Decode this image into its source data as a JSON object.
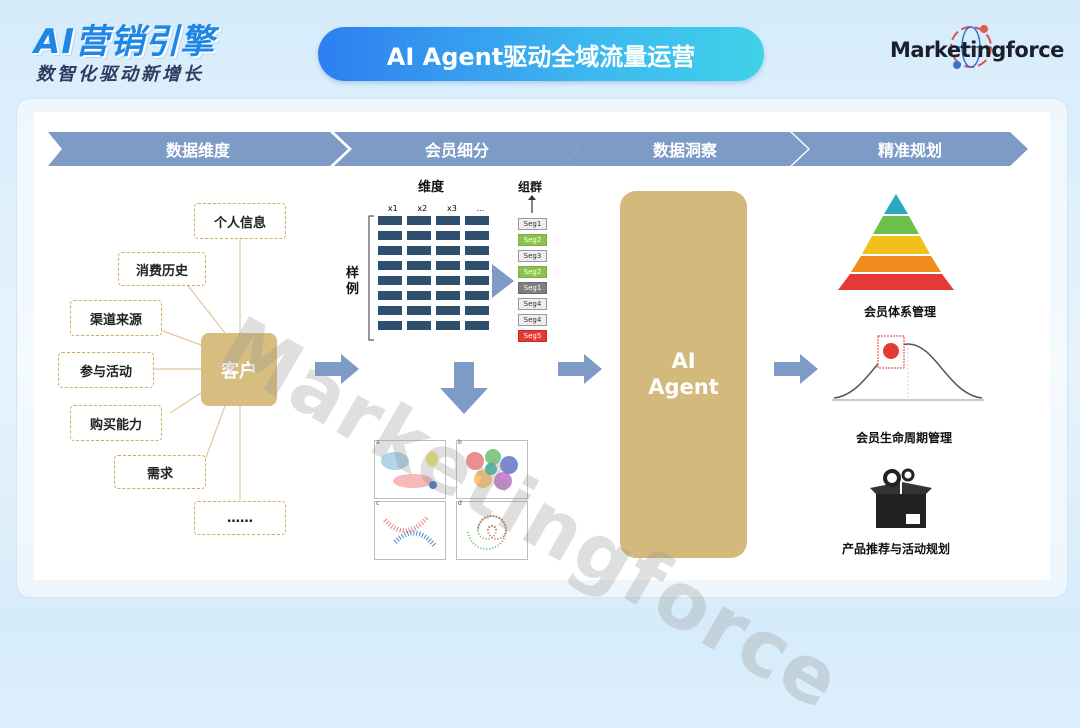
{
  "header": {
    "brand_main": "AI营销引擎",
    "brand_sub": "数智化驱动新增长",
    "title": "AI Agent驱动全域流量运营",
    "logo_text": "Marketingforce"
  },
  "steps": [
    {
      "label": "数据维度"
    },
    {
      "label": "会员细分"
    },
    {
      "label": "数据洞察"
    },
    {
      "label": "精准规划"
    }
  ],
  "data_dimension": {
    "center": "客户",
    "items": [
      "个人信息",
      "消费历史",
      "渠道来源",
      "参与活动",
      "购买能力",
      "需求",
      "……"
    ]
  },
  "segmentation": {
    "dimension_label": "维度",
    "sample_label": "样例",
    "group_label": "组群",
    "columns": [
      "x1",
      "x2",
      "x3",
      "..."
    ],
    "segments": [
      "Seg1",
      "Seg2",
      "Seg3",
      "Seg2",
      "Seg1",
      "Seg4",
      "Seg4",
      "Seg5"
    ],
    "scatter_labels": [
      "a",
      "b",
      "c",
      "d"
    ]
  },
  "insight": {
    "agent_line1": "AI",
    "agent_line2": "Agent"
  },
  "planning": {
    "items": [
      "会员体系管理",
      "会员生命周期管理",
      "产品推荐与活动规划"
    ]
  },
  "watermark": "Marketingforce",
  "colors": {
    "accent_blue": "#2d7ff0",
    "chevron": "#7d9bc6",
    "gold": "#d3b97c",
    "dash": "#d4a96a",
    "arrow": "#7d9bc6"
  }
}
